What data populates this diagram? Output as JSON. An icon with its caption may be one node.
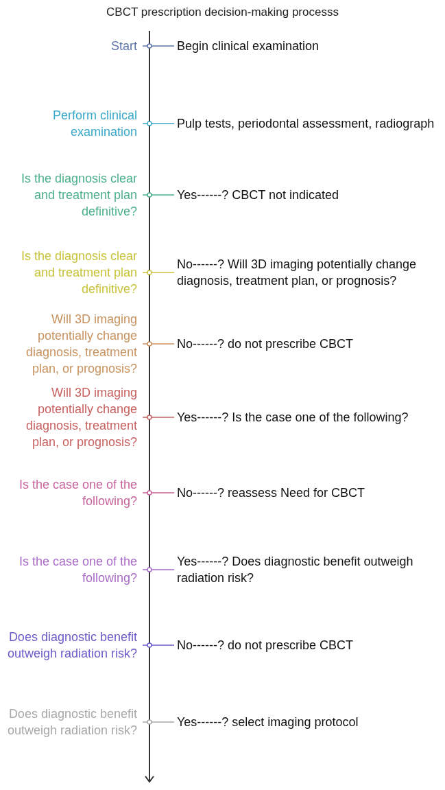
{
  "diagram": {
    "title": "CBCT prescription decision-making processs",
    "nodes": [
      {
        "text": [
          "Start"
        ]
      },
      {
        "text": [
          "Begin clinical examination"
        ]
      },
      {
        "text": [
          "Perform clinical examination"
        ]
      },
      {
        "text": [
          "Pulp tests, periodontal assessment, radiograph"
        ]
      },
      {
        "text": [
          "Is the diagnosis clear and treatment plan definitive?"
        ]
      },
      {
        "text": [
          "Yes------? CBCT not indicated"
        ]
      },
      {
        "text": [
          "Is the diagnosis clear and treatment plan definitive?"
        ]
      },
      {
        "text": [
          "No------? Will 3D imaging potentially change diagnosis, treatment plan, or prognosis?"
        ]
      },
      {
        "text": [
          "Will 3D imaging potentially change diagnosis, treatment plan, or prognosis?"
        ]
      },
      {
        "text": [
          "No------? do not prescribe CBCT"
        ]
      },
      {
        "text": [
          "Will 3D imaging potentially change diagnosis, treatment plan, or prognosis?"
        ]
      },
      {
        "text": [
          "Yes------? Is the case one of the following?"
        ]
      },
      {
        "text": [
          "Is the case one of the following?"
        ]
      },
      {
        "text": [
          "No------? reassess Need for CBCT"
        ]
      },
      {
        "text": [
          "Is the case one of the following?"
        ]
      },
      {
        "text": [
          "Yes------? Does diagnostic benefit outweigh radiation risk?"
        ]
      },
      {
        "text": [
          "Does diagnostic benefit outweigh radiation risk?"
        ]
      },
      {
        "text": [
          "No------? do not prescribe CBCT"
        ]
      },
      {
        "text": [
          "Does diagnostic benefit outweigh radiation risk?"
        ]
      },
      {
        "text": [
          "Yes------? select imaging protocol"
        ]
      }
    ],
    "edges": [
      {
        "from": 0,
        "to": 1,
        "arrow": "other",
        "color": "#5b73a8"
      },
      {
        "from": 2,
        "to": 3,
        "arrow": "other",
        "color": "#3aa8c8"
      },
      {
        "from": 4,
        "to": 5,
        "arrow": "other",
        "color": "#4caf8a"
      },
      {
        "from": 6,
        "to": 7,
        "arrow": "other",
        "color": "#c8c23a"
      },
      {
        "from": 8,
        "to": 9,
        "arrow": "other",
        "color": "#c8925e"
      },
      {
        "from": 10,
        "to": 11,
        "arrow": "other",
        "color": "#c86060"
      },
      {
        "from": 12,
        "to": 13,
        "arrow": "other",
        "color": "#c8649c"
      },
      {
        "from": 14,
        "to": 15,
        "arrow": "other",
        "color": "#a86cc8"
      },
      {
        "from": 16,
        "to": 17,
        "arrow": "other",
        "color": "#6a5cc8"
      },
      {
        "from": 18,
        "to": 19,
        "arrow": "other",
        "color": "#a8a8a8"
      }
    ]
  }
}
